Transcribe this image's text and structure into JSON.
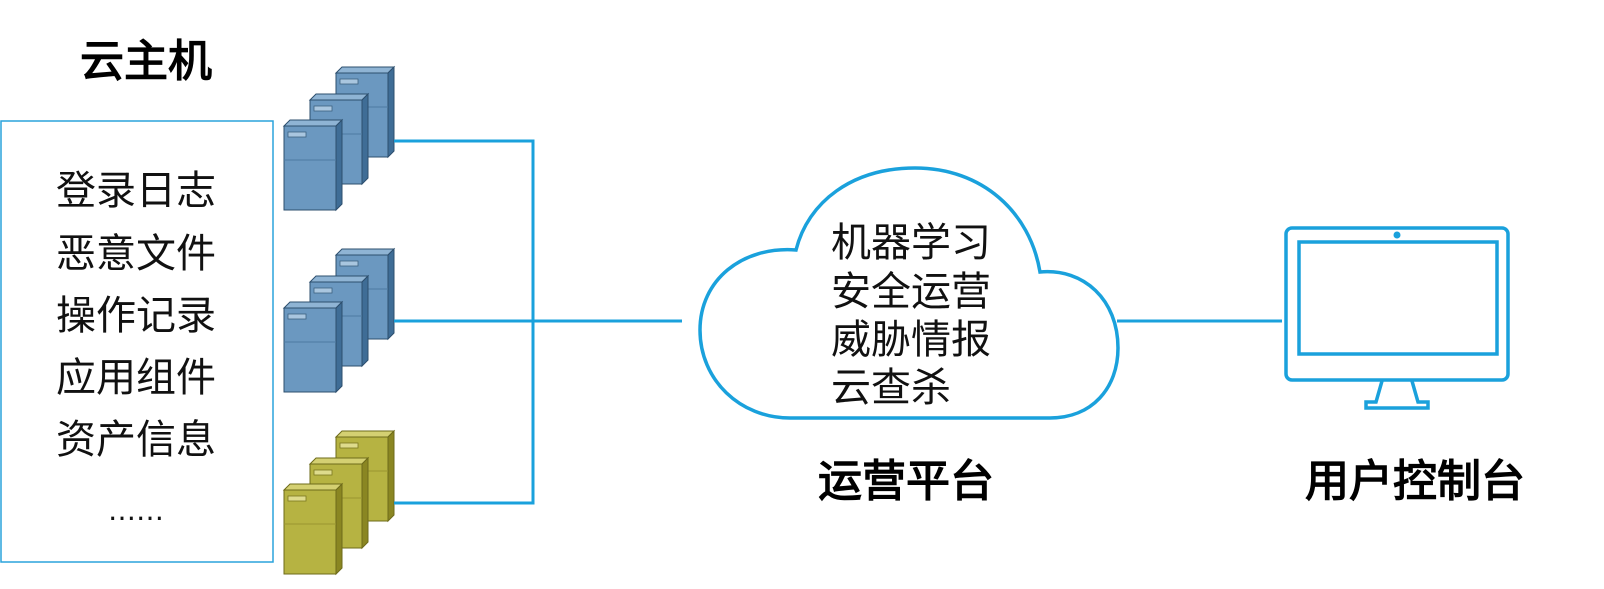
{
  "cloud_host": {
    "title": "云主机",
    "items": [
      "登录日志",
      "恶意文件",
      "操作记录",
      "应用组件",
      "资产信息",
      "……"
    ]
  },
  "platform": {
    "title": "运营平台",
    "items": [
      "机器学习",
      "安全运营",
      "威胁情报",
      "云查杀"
    ]
  },
  "console": {
    "title": "用户控制台"
  },
  "colors": {
    "line": "#1aa1dc",
    "box_border": "#2aa3dc",
    "server_blue_front": "#6b98c0",
    "server_blue_side": "#3f6d96",
    "server_yellow_front": "#b6b342",
    "server_yellow_side": "#8a8622"
  },
  "icons": [
    "server-stack-icon",
    "cloud-icon",
    "monitor-icon"
  ]
}
